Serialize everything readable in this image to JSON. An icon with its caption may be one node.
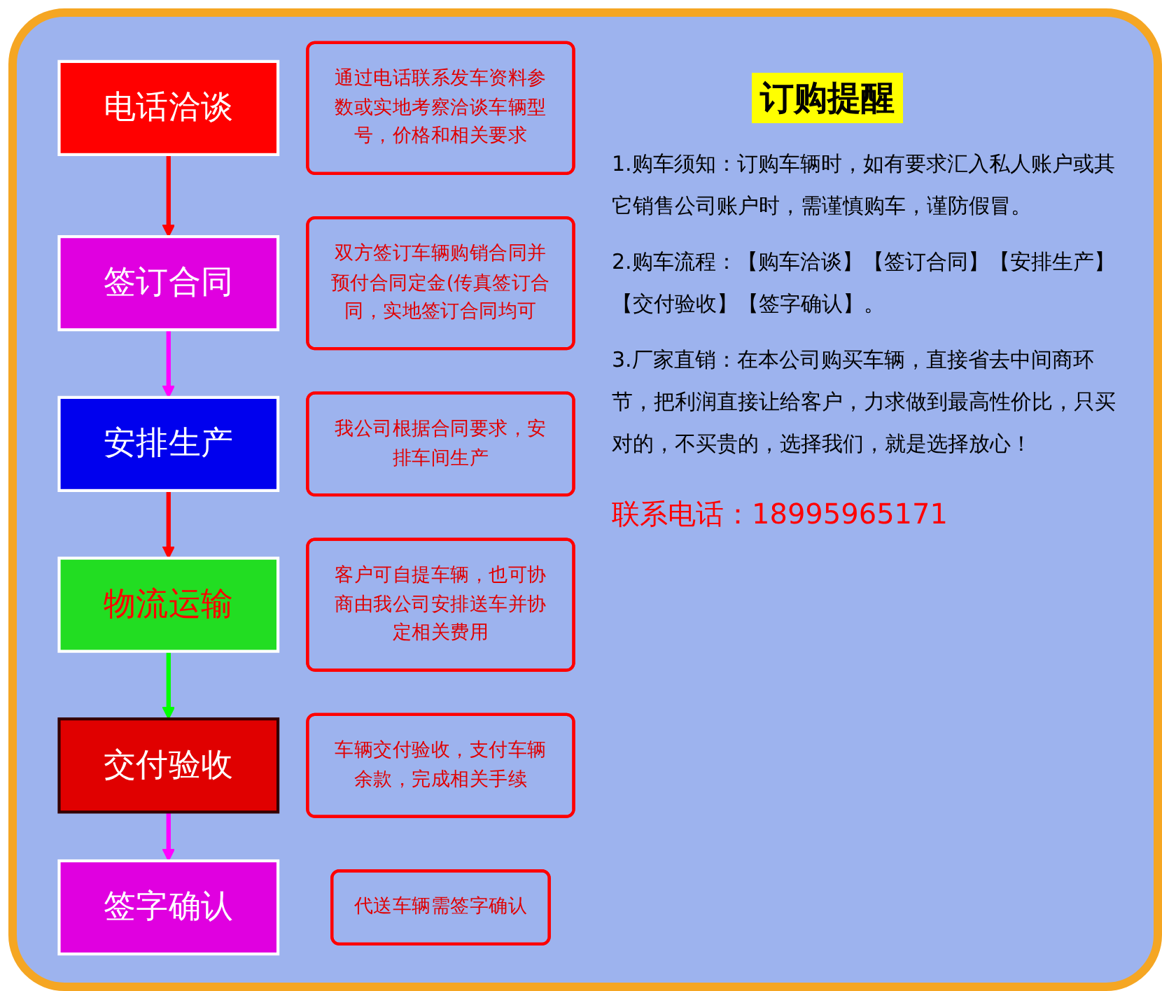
{
  "diagram": {
    "nodes": [
      {
        "text": [
          "电话洽谈"
        ]
      },
      {
        "text": [
          "签订合同"
        ]
      },
      {
        "text": [
          "安排生产"
        ]
      },
      {
        "text": [
          "通过电话联系发车资料参数或实地考察洽谈车辆型号，价格和相关要求"
        ]
      },
      {
        "text": [
          "双方签订车辆购销合同并预付合同定金(传真签订合同，实地签订合同均可"
        ]
      },
      {
        "text": [
          "我公司根据合同要求，安排车间生产"
        ]
      },
      {
        "text": [
          "签字确认"
        ]
      },
      {
        "text": [
          "交付验收"
        ]
      },
      {
        "text": [
          "物流运输"
        ]
      },
      {
        "text": [
          "代送车辆需签字确认"
        ]
      },
      {
        "text": [
          "车辆交付验收，支付车辆余款，完成相关手续"
        ]
      },
      {
        "text": [
          "客户可自提车辆，也可协商由我公司安排送车并协定相关费用"
        ]
      }
    ],
    "edges": [
      {
        "from": 0,
        "to": 1,
        "arrow": "to",
        "color": "#ff0000"
      },
      {
        "from": 1,
        "to": 2,
        "arrow": "to",
        "color": "#ff00ff"
      },
      {
        "from": 2,
        "to": 8,
        "arrow": "to",
        "color": "#ff0000"
      },
      {
        "from": 8,
        "to": 7,
        "arrow": "to",
        "color": "#00ff00"
      },
      {
        "from": 7,
        "to": 6,
        "arrow": "to",
        "color": "#ff00ff"
      }
    ],
    "labels": [
      "订购提醒",
      "1.购车须知：订购车辆时，如有要求汇入私人账户或其它销售公司账户时，需谨慎购车，谨防假冒。",
      "2.购车流程：【购车洽谈】【签订合同】【安排生产】【交付验收】【签字确认】。",
      "3.厂家直销：在本公司购买车辆，直接省去中间商环节，把利润直接让给客户，力求做到最高性价比，只买对的，不买贵的，选择我们，就是选择放心！",
      "联系电话：18995965171"
    ]
  }
}
